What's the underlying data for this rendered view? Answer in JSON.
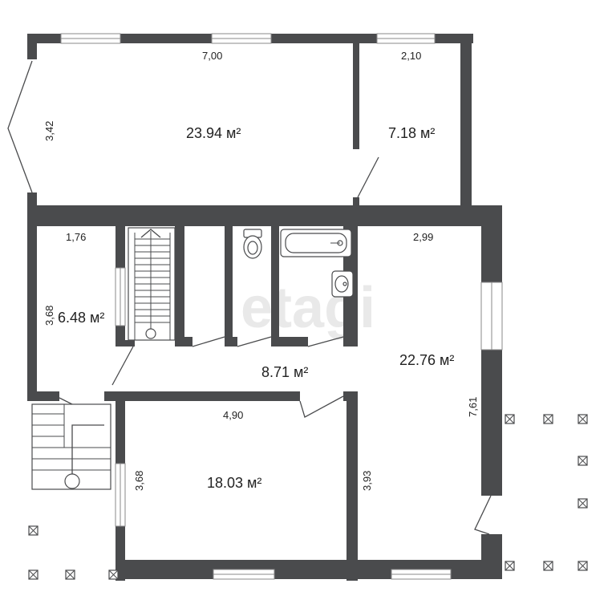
{
  "watermark": "etagi",
  "rooms": {
    "living_top": {
      "area": "23.94 м²",
      "width": "7,00",
      "height": "3,42"
    },
    "small_top_right": {
      "area": "7.18 м²",
      "width": "2,10"
    },
    "left_room": {
      "area": "6.48 м²",
      "width": "1,76",
      "height": "3,68"
    },
    "hall": {
      "area": "8.71 м²"
    },
    "right_room": {
      "area": "22.76 м²",
      "width": "2,99",
      "height": "7,61"
    },
    "bottom_room": {
      "area": "18.03 м²",
      "width": "4,90",
      "height": "3,68",
      "side": "3,93"
    }
  }
}
